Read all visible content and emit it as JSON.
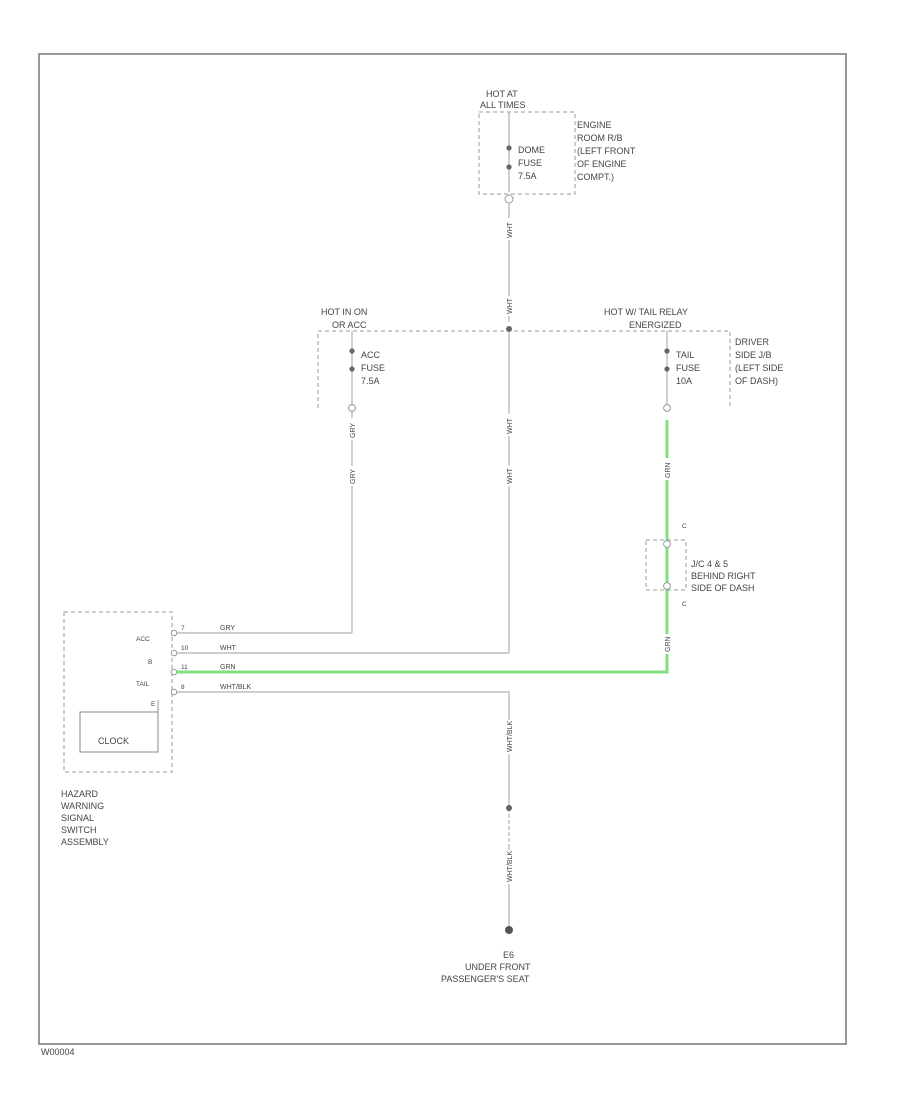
{
  "colors": {
    "wire": "#bdbdbd",
    "highlight": "#7ee07e",
    "frame": "#777777",
    "dash": "#9a9a9a",
    "text": "#444444"
  },
  "fuse_top": {
    "hot_label": "HOT AT",
    "hot_label_2": "ALL TIMES",
    "name": [
      "DOME",
      "FUSE",
      "7.5A"
    ],
    "location": [
      "ENGINE",
      "ROOM R/B",
      "(LEFT FRONT",
      "OF ENGINE",
      "COMPT.)"
    ]
  },
  "fuse_acc": {
    "hot_label": "HOT IN ON",
    "hot_label_2": "OR ACC",
    "name": [
      "ACC",
      "FUSE",
      "7.5A"
    ]
  },
  "fuse_tail": {
    "hot_label": "HOT W/ TAIL RELAY",
    "hot_label_2": "ENERGIZED",
    "name": [
      "TAIL",
      "FUSE",
      "10A"
    ],
    "location": [
      "DRIVER",
      "SIDE J/B",
      "(LEFT SIDE",
      "OF DASH)"
    ]
  },
  "junction": {
    "pin_top": "C",
    "pin_bottom": "C",
    "name": [
      "J/C 4 & 5",
      "BEHIND RIGHT",
      "SIDE OF DASH"
    ]
  },
  "wires": {
    "top_vertical": "WHT",
    "center_upper": "WHT",
    "center_lower": "WHT",
    "acc_upper": "GRY",
    "acc_lower": "GRY",
    "tail_upper": "GRN",
    "tail_lower": "GRN",
    "ground_upper": "WHT/BLK",
    "ground_lower": "WHT/BLK"
  },
  "switch": {
    "pins": [
      "ACC",
      "B",
      "TAIL",
      "E"
    ],
    "pin_numbers": [
      "7",
      "10",
      "11",
      "8"
    ],
    "wire_colors": [
      "GRY",
      "WHT",
      "GRN",
      "WHT/BLK"
    ],
    "clock_label": "CLOCK",
    "name": [
      "HAZARD",
      "WARNING",
      "SIGNAL",
      "SWITCH",
      "ASSEMBLY"
    ]
  },
  "ground": {
    "id": "E6",
    "location": [
      "UNDER FRONT",
      "PASSENGER'S SEAT"
    ]
  },
  "figure_id": "W00004"
}
